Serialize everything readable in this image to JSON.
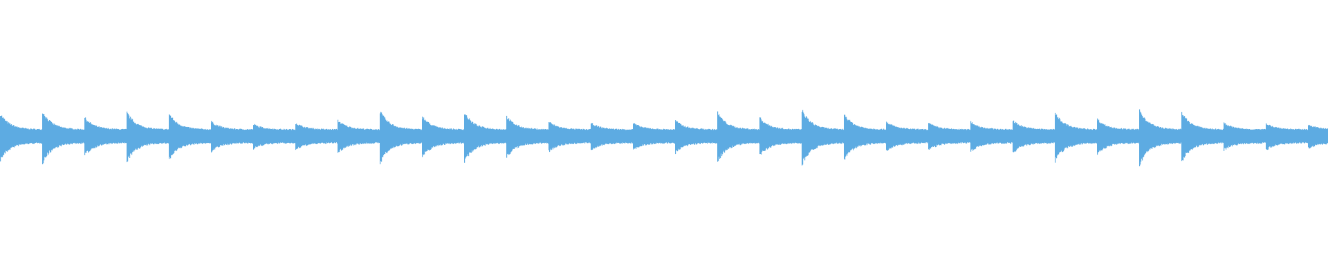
{
  "chart_data": {
    "type": "area",
    "title": "",
    "xlabel": "",
    "ylabel": "",
    "ylim": [
      -1,
      1
    ],
    "grid": false,
    "color": "#5dabe2",
    "beat_count": 32,
    "beat_peaks": [
      0.17,
      0.19,
      0.14,
      0.18,
      0.17,
      0.11,
      0.09,
      0.1,
      0.12,
      0.19,
      0.15,
      0.18,
      0.15,
      0.11,
      0.1,
      0.1,
      0.12,
      0.18,
      0.14,
      0.2,
      0.17,
      0.11,
      0.1,
      0.11,
      0.12,
      0.18,
      0.13,
      0.2,
      0.18,
      0.1,
      0.1,
      0.09
    ],
    "sustain_level": 0.05
  }
}
